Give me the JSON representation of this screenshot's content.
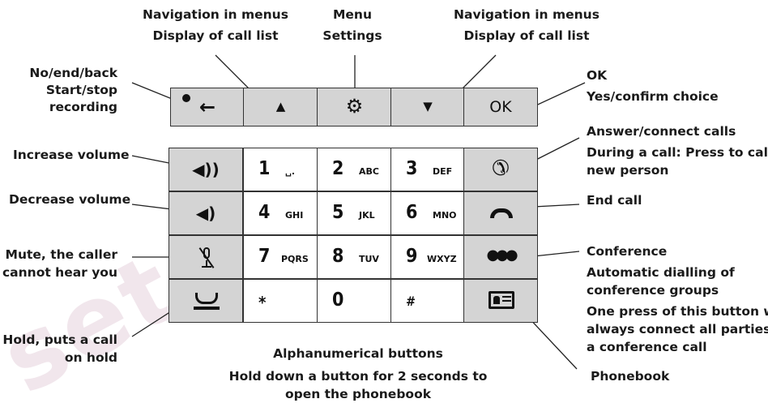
{
  "labels": {
    "nav_left_1": "Navigation in menus",
    "nav_left_2": "Display of call list",
    "menu_1": "Menu",
    "menu_2": "Settings",
    "nav_right_1": "Navigation in menus",
    "nav_right_2": "Display of call list",
    "back_1": "No/end/back",
    "back_2": "Start/stop",
    "back_3": "recording",
    "ok_1": "OK",
    "ok_2": "Yes/confirm choice",
    "vol_up": "Increase volume",
    "vol_down": "Decrease volume",
    "mute_1": "Mute, the caller",
    "mute_2": "cannot hear you",
    "hold_1": "Hold, puts a call",
    "hold_2": "on hold",
    "answer_1": "Answer/connect calls",
    "answer_2": "During a call: Press to call a",
    "answer_3": "new person",
    "end_call": "End call",
    "conf_1": "Conference",
    "conf_2": "Automatic dialling of",
    "conf_3": "conference groups",
    "conf_4": "One press of this button will",
    "conf_5": "always connect all parties to",
    "conf_6": "a conference call",
    "phonebook": "Phonebook",
    "alpha_1": "Alphanumerical buttons",
    "alpha_2": "Hold down a button for 2 seconds to",
    "alpha_3": "open the phonebook"
  },
  "keys": {
    "k1": {
      "num": "1",
      "letters": "␣."
    },
    "k2": {
      "num": "2",
      "letters": "ABC"
    },
    "k3": {
      "num": "3",
      "letters": "DEF"
    },
    "k4": {
      "num": "4",
      "letters": "GHI"
    },
    "k5": {
      "num": "5",
      "letters": "JKL"
    },
    "k6": {
      "num": "6",
      "letters": "MNO"
    },
    "k7": {
      "num": "7",
      "letters": "PQRS"
    },
    "k8": {
      "num": "8",
      "letters": "TUV"
    },
    "k9": {
      "num": "9",
      "letters": "WXYZ"
    },
    "star": "*",
    "zero": "0",
    "hash": "#",
    "ok": "OK"
  },
  "colors": {
    "key_gray": "#d4d4d4",
    "key_white": "#ffffff",
    "outline": "#333333",
    "watermark": "#f1e6ec"
  }
}
